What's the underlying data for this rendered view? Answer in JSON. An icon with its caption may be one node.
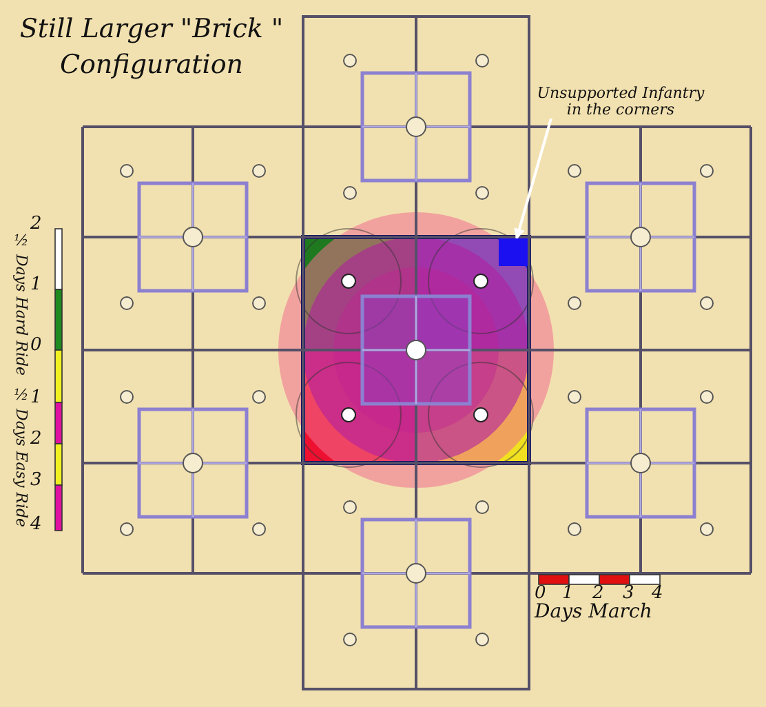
{
  "diagram": {
    "title": "Still Larger \"Brick \" Configuration",
    "nodes": [
      {
        "text": [
          "Unsupported Infantry in the corners"
        ]
      },
      {
        "text": [],
        "shape": "box"
      }
    ],
    "edges": [
      {
        "from": 0,
        "to": 1,
        "arrow": "to"
      }
    ],
    "labels": [
      "2",
      "1",
      "0",
      "1",
      "2",
      "3",
      "4",
      "½ Days Hard Ride",
      "½ Days Easy Ride",
      "0",
      "1",
      "2",
      "3",
      "4",
      "Days March"
    ]
  }
}
